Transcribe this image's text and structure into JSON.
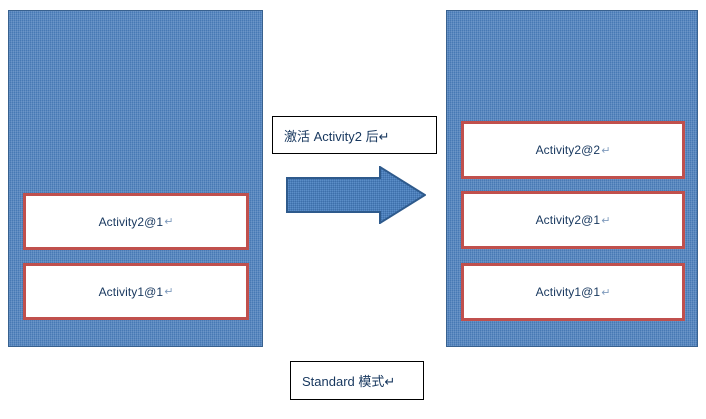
{
  "diagram": {
    "title_hidden": "",
    "colors": {
      "panel_fill": "#4a7ebb",
      "panel_border": "#38618f",
      "card_border": "#c0504d",
      "card_fill": "#ffffff",
      "text": "#17375e",
      "arrow_fill": "#4a7ebb",
      "arrow_border": "#2e5a8c",
      "caption_border": "#000000"
    },
    "left_panel": {
      "name": "before-task-stack",
      "cards": [
        {
          "label": "Activity2@1",
          "mark": "↵"
        },
        {
          "label": "Activity1@1",
          "mark": "↵"
        }
      ]
    },
    "right_panel": {
      "name": "after-task-stack",
      "cards": [
        {
          "label": "Activity2@2",
          "mark": "↵"
        },
        {
          "label": "Activity2@1",
          "mark": "↵"
        },
        {
          "label": "Activity1@1",
          "mark": "↵"
        }
      ]
    },
    "captions": {
      "transition": "激活 Activity2 后↵",
      "mode": "Standard 模式↵"
    },
    "arrow": {
      "name": "right-block-arrow",
      "direction": "right"
    }
  }
}
